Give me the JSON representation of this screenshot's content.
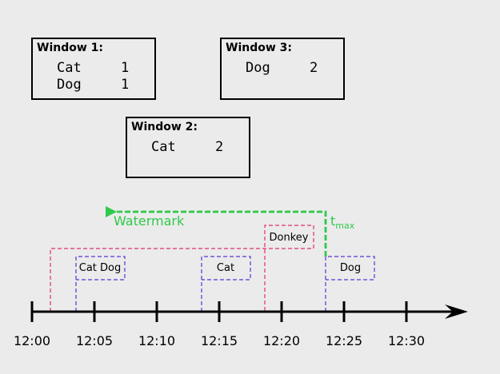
{
  "windows": [
    {
      "title": "Window 1:",
      "rows": [
        {
          "key": "Cat",
          "count": "1"
        },
        {
          "key": "Dog",
          "count": "1"
        }
      ]
    },
    {
      "title": "Window 2:",
      "rows": [
        {
          "key": "Cat",
          "count": "2"
        }
      ]
    },
    {
      "title": "Window 3:",
      "rows": [
        {
          "key": "Dog",
          "count": "2"
        }
      ]
    }
  ],
  "timeline": {
    "ticks": [
      "12:00",
      "12:05",
      "12:10",
      "12:15",
      "12:20",
      "12:25",
      "12:30"
    ]
  },
  "events": [
    {
      "label": "Cat Dog",
      "color": "#5b33d6"
    },
    {
      "label": "Cat",
      "color": "#5b33d6"
    },
    {
      "label": "Donkey",
      "color": "#e0306a"
    },
    {
      "label": "Dog",
      "color": "#5b33d6"
    }
  ],
  "watermark": {
    "label": "Watermark",
    "tmax_base": "t",
    "tmax_sub": "max",
    "color": "#2ec94a"
  }
}
